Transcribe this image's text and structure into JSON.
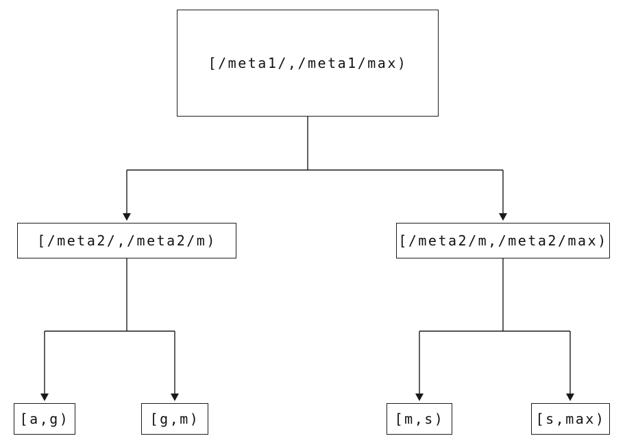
{
  "diagram": {
    "type": "interval-partition-tree",
    "nodes": {
      "root": {
        "label": "[/meta1/,/meta1/max)"
      },
      "left": {
        "label": "[/meta2/,/meta2/m)"
      },
      "right": {
        "label": "[/meta2/m,/meta2/max)"
      },
      "leaf_ag": {
        "label": "[a,g)"
      },
      "leaf_gm": {
        "label": "[g,m)"
      },
      "leaf_ms": {
        "label": "[m,s)"
      },
      "leaf_smax": {
        "label": "[s,max)"
      }
    },
    "edges": [
      {
        "from": "root",
        "to": "left"
      },
      {
        "from": "root",
        "to": "right"
      },
      {
        "from": "left",
        "to": "leaf_ag"
      },
      {
        "from": "left",
        "to": "leaf_gm"
      },
      {
        "from": "right",
        "to": "leaf_ms"
      },
      {
        "from": "right",
        "to": "leaf_smax"
      }
    ],
    "colors": {
      "line": "#1a1a1a",
      "background": "#ffffff",
      "text": "#111111"
    }
  }
}
